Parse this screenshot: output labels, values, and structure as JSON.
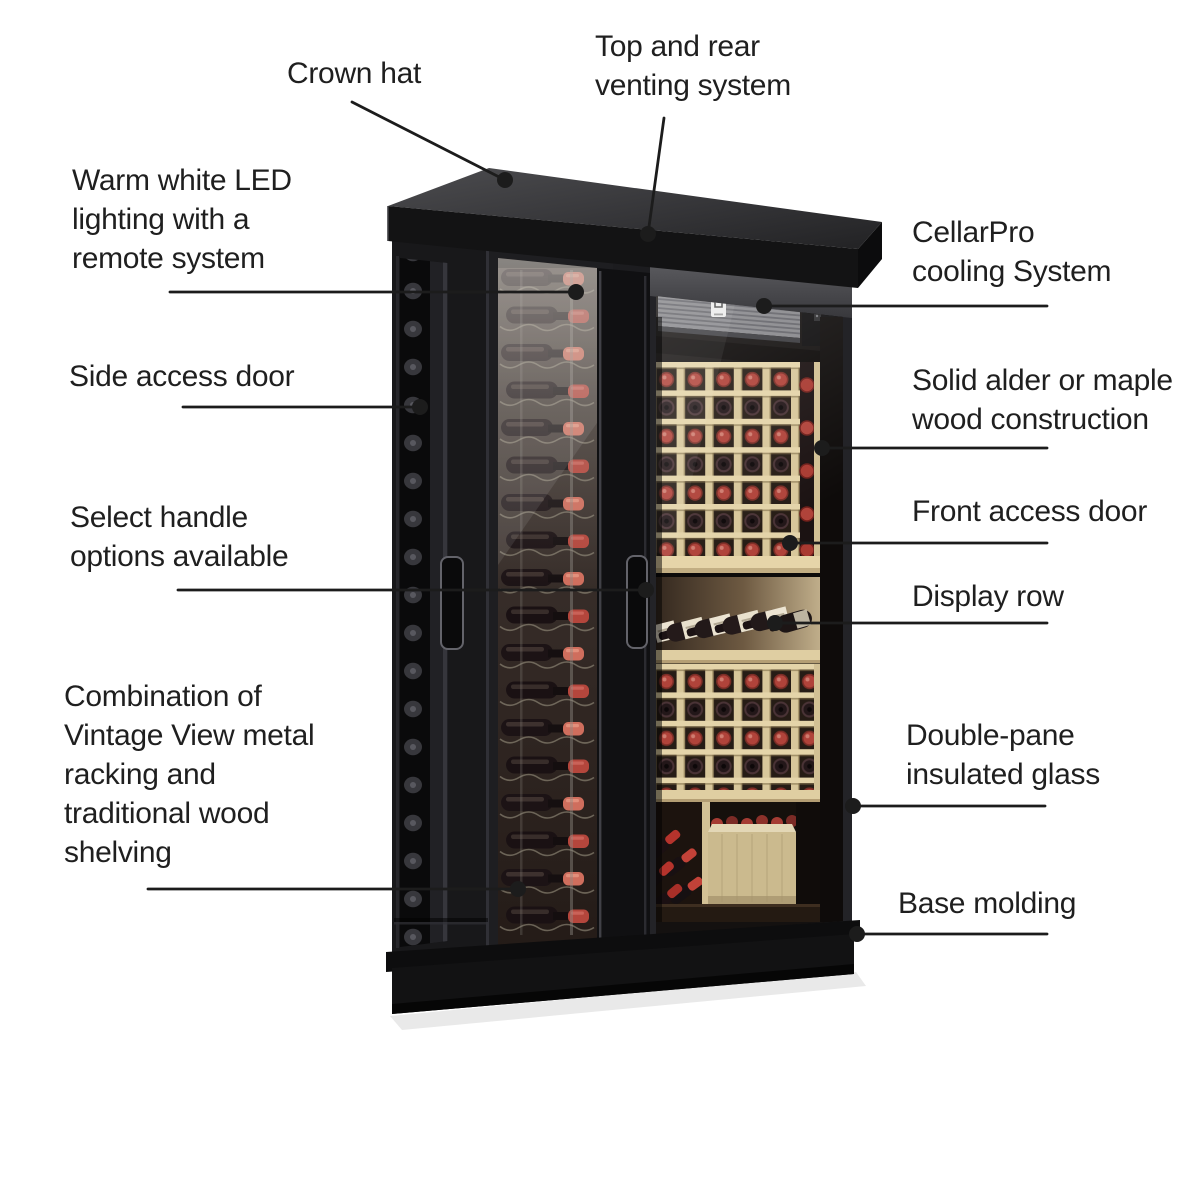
{
  "page": {
    "background": "#ffffff",
    "description": "Annotated feature diagram of a black wine storage cabinet"
  },
  "colors": {
    "annotation_text": "#1f1f1f",
    "leader_line": "#1c1c1c",
    "cabinet_black": "#1a1a1c",
    "crown_gray": "#47474a",
    "wood_rack_tan": "#d8c79b",
    "wine_cap_red": "#b0433a",
    "display_label_cream": "#ece4d2",
    "glass_haze": "#cdc8c2"
  },
  "callouts": {
    "crown_hat": {
      "lines": [
        "Crown hat"
      ]
    },
    "venting": {
      "lines": [
        "Top and rear",
        "venting system"
      ]
    },
    "led": {
      "lines": [
        "Warm white LED",
        "lighting with a",
        "remote system"
      ]
    },
    "cellarpro": {
      "lines": [
        "CellarPro",
        "cooling System"
      ]
    },
    "side_door": {
      "lines": [
        "Side access door"
      ]
    },
    "wood": {
      "lines": [
        "Solid alder or maple",
        "wood construction"
      ]
    },
    "handle": {
      "lines": [
        "Select handle",
        "options available"
      ]
    },
    "front_door": {
      "lines": [
        "Front access door"
      ]
    },
    "display_row": {
      "lines": [
        "Display row"
      ]
    },
    "racking": {
      "lines": [
        "Combination of",
        "Vintage View metal",
        "racking and",
        "traditional wood",
        "shelving"
      ]
    },
    "glass": {
      "lines": [
        "Double-pane",
        "insulated glass"
      ]
    },
    "base": {
      "lines": [
        "Base molding"
      ]
    }
  }
}
